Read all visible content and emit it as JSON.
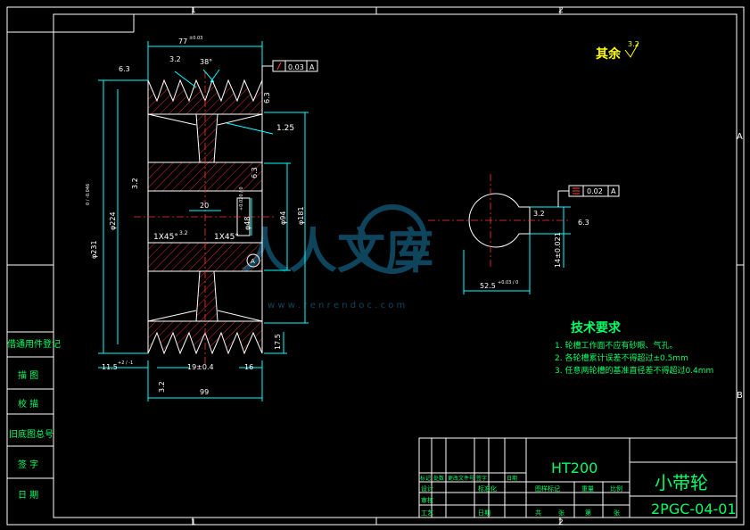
{
  "sheet": {
    "grid_top": [
      "1",
      "2"
    ],
    "grid_bottom": [
      "1",
      "2"
    ],
    "grid_right": [
      "A",
      "B"
    ]
  },
  "watermark": {
    "text": "人人文库",
    "url": "w w w . r e n r e n d o c . c o m"
  },
  "surface_finish": {
    "remaining_label": "其余",
    "remaining_value": "3.2"
  },
  "pulley": {
    "dims": {
      "top_width": "77",
      "top_width_tol": "±0.03",
      "groove_angle": "38°",
      "finish_1": "6.3",
      "finish_2": "3.2",
      "finish_3": "6.3",
      "finish_4": "6.3",
      "finish_5": "3.2",
      "finish_6": "3.2",
      "runout_tol": "0.03",
      "runout_datum": "A",
      "chamfer": "1.25",
      "outer_dia": "φ231",
      "outer_dia_tol": "0 / -0.046",
      "hub_dia": "φ224",
      "web_width": "20",
      "bore_dia": "φ94",
      "bore_dia2": "φ181",
      "bore_48": "φ48",
      "bore_48_tol": "+0.020 / 0",
      "chamfer_left": "1X45°",
      "chamfer_left_finish": "3.2",
      "chamfer_right": "1X45°",
      "datum": "A",
      "edge": "11.5",
      "edge_tol": "+2 / -1",
      "groove_pitch": "19±0.4",
      "side": "16",
      "height": "17.5",
      "total_width": "99"
    }
  },
  "keyway": {
    "flatness_tol": "0.02",
    "flatness_datum": "A",
    "finish_a": "3.2",
    "finish_b": "6.3",
    "depth": "52.5",
    "depth_tol": "+0.03 / 0",
    "width": "14±0.021"
  },
  "tech_req": {
    "title": "技术要求",
    "items": [
      "1. 轮槽工作面不应有砂眼、气孔。",
      "2. 各轮槽累计误差不得超过±0.5mm",
      "3. 任意两轮槽的基准直径差不得超过0.4mm"
    ]
  },
  "left_strip": [
    "借通用件登记",
    "描 图",
    "校 描",
    "旧底图总号",
    "签 字",
    "日 期"
  ],
  "title_block": {
    "material": "HT200",
    "part_name": "小带轮",
    "drawing_no": "2PGC-04-01",
    "row_labels": [
      "标记",
      "处数",
      "更改文件号",
      "签字",
      "日期"
    ],
    "design_row": [
      "设计",
      "",
      "标准化",
      ""
    ],
    "check_row": [
      "审核",
      "",
      ""
    ],
    "craft_row": [
      "工艺",
      "",
      "日期",
      ""
    ],
    "stage_headers": [
      "图样标记",
      "重量",
      "比例"
    ],
    "sheet_headers": [
      "共",
      "张",
      "第",
      "张"
    ]
  }
}
